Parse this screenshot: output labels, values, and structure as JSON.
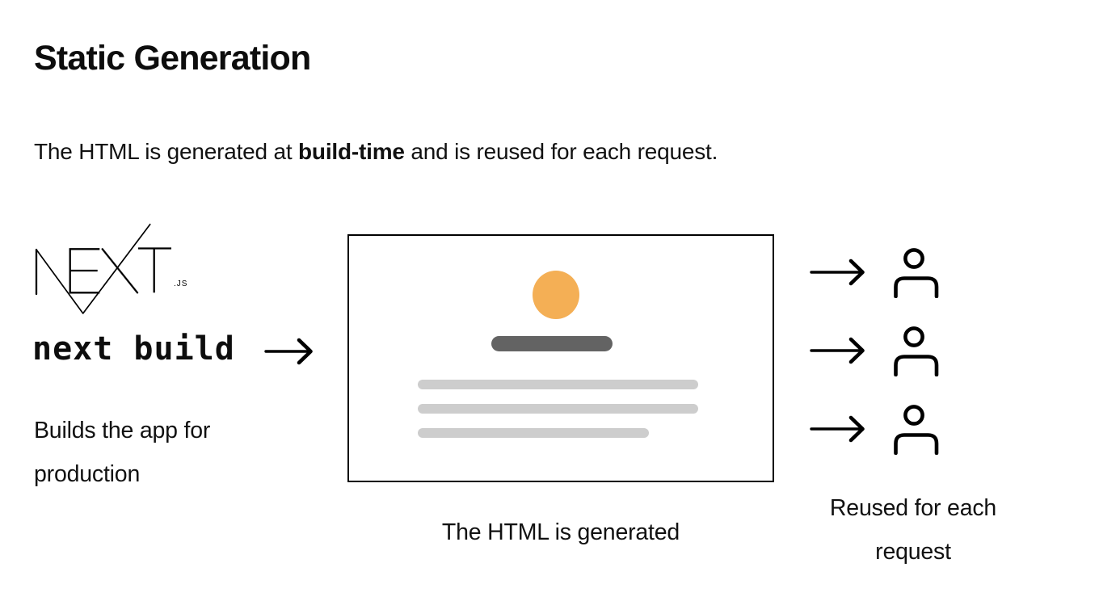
{
  "page": {
    "title": "Static Generation",
    "background_color": "#ffffff",
    "text_color": "#111111"
  },
  "intro": {
    "text_before_bold": "The HTML is generated at ",
    "bold_text": "build-time",
    "text_after_bold": " and is reused for each request."
  },
  "build_column": {
    "logo_label": "NEXT.js",
    "logo_suffix": ".JS",
    "command": "next build",
    "description": "Builds the app for production"
  },
  "document_panel": {
    "caption": "The HTML is generated",
    "border_color": "#000000",
    "accent_circle_color": "#F4AF55",
    "title_bar_color": "#636363",
    "text_line_color": "#CDCDCD",
    "text_line_count": 3
  },
  "requests_column": {
    "caption": "Reused for each request",
    "request_count": 3,
    "icons": {
      "arrow": "arrow-right",
      "user": "user-outline"
    }
  }
}
